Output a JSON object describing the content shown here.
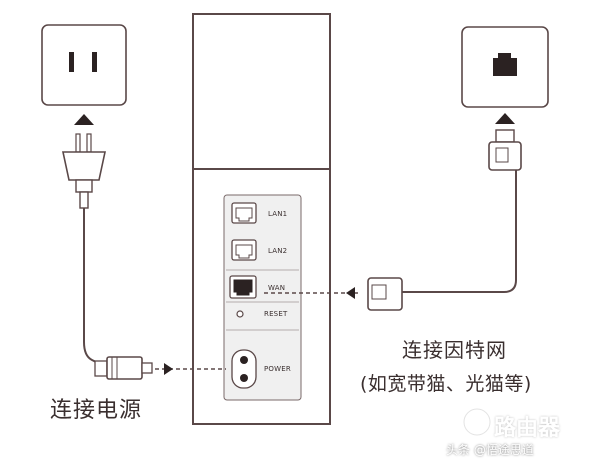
{
  "labels": {
    "power": "连接电源",
    "internet_line1": "连接因特网",
    "internet_line2": "(如宽带猫、光猫等)"
  },
  "router_ports": {
    "lan1": "LAN1",
    "lan2": "LAN2",
    "wan": "WAN",
    "reset": "RESET",
    "power": "POWER"
  },
  "watermark": {
    "site": "路由器",
    "author": "头条 @悟途思道"
  },
  "colors": {
    "line": "#5a4848",
    "icon_fill": "#2b2222",
    "panel_bg": "#f0f0f0"
  }
}
